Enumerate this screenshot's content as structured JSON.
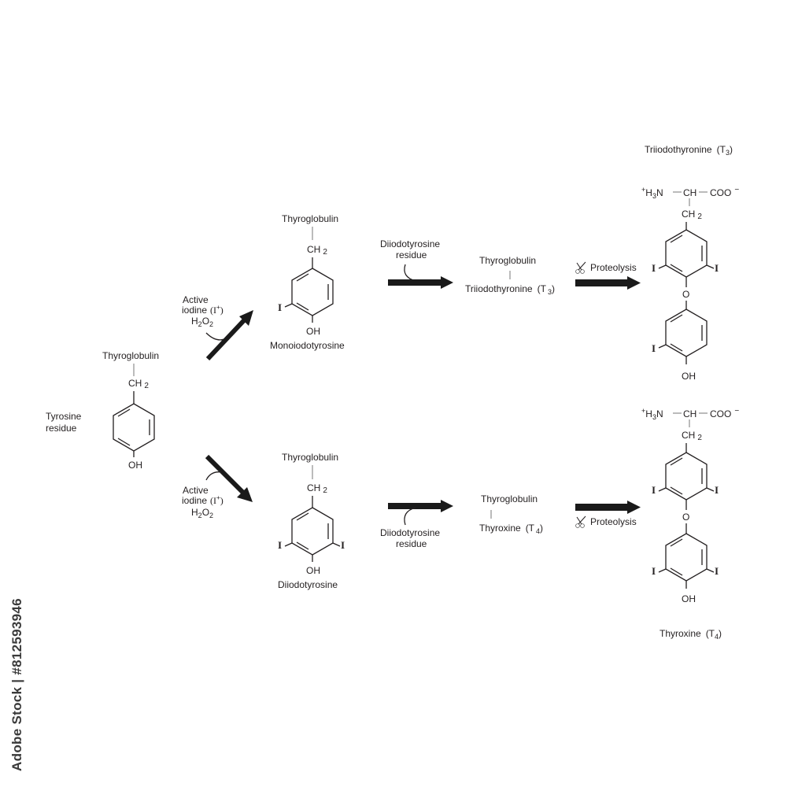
{
  "colors": {
    "ink": "#231f20",
    "arrow": "#1a1a1a",
    "background": "#ffffff"
  },
  "tyrosine": {
    "group": "Thyroglobulin",
    "ch2": "CH",
    "ch2_sub": "2",
    "hydroxyl": "OH",
    "caption_line1": "Tyrosine",
    "caption_line2": "residue"
  },
  "reagents": {
    "line1": "Active",
    "line2": "iodine",
    "iodine_ion": "(I",
    "iodine_charge": "+",
    "iodine_close": ")",
    "peroxide_h": "H",
    "peroxide_sub1": "2",
    "peroxide_o": "O",
    "peroxide_sub2": "2"
  },
  "mit": {
    "group": "Thyroglobulin",
    "ch2": "CH",
    "ch2_sub": "2",
    "iodine": "I",
    "hydroxyl": "OH",
    "name": "Monoiodotyrosine"
  },
  "dit": {
    "group": "Thyroglobulin",
    "ch2": "CH",
    "ch2_sub": "2",
    "iodine": "I",
    "hydroxyl": "OH",
    "name": "Diiodotyrosine"
  },
  "coupling": {
    "line1": "Diiodotyrosine",
    "line2": "residue"
  },
  "bound_t3": {
    "group": "Thyroglobulin",
    "name": "Triiodothyronine",
    "abbr": "(T",
    "abbr_sub": "3",
    "abbr_close": ")"
  },
  "bound_t4": {
    "group": "Thyroglobulin",
    "name": "Thyroxine",
    "abbr": "(T",
    "abbr_sub": "4",
    "abbr_close": ")"
  },
  "proteolysis": {
    "label": "Proteolysis",
    "icon": "scissors-icon"
  },
  "free_t3": {
    "title": "Triiodothyronine",
    "title_abbr": "(T",
    "title_sub": "3",
    "title_close": ")",
    "charge_plus": "+",
    "amine": "H",
    "amine_sub": "3",
    "amine_n": "N",
    "ch": "CH",
    "carboxyl": "COO",
    "carboxyl_charge": "−",
    "ch2": "CH",
    "ch2_sub": "2",
    "iodine": "I",
    "oxygen": "O",
    "hydroxyl": "OH"
  },
  "free_t4": {
    "title": "Thyroxine",
    "title_abbr": "(T",
    "title_sub": "4",
    "title_close": ")",
    "charge_plus": "+",
    "amine": "H",
    "amine_sub": "3",
    "amine_n": "N",
    "ch": "CH",
    "carboxyl": "COO",
    "carboxyl_charge": "−",
    "ch2": "CH",
    "ch2_sub": "2",
    "iodine": "I",
    "oxygen": "O",
    "hydroxyl": "OH"
  },
  "watermark": {
    "stock_id": "Adobe Stock | #812593946"
  }
}
